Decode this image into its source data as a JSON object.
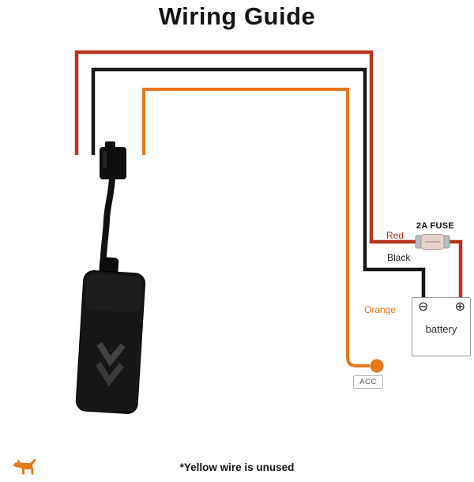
{
  "title": "Wiring Guide",
  "footnote": "*Yellow wire is unused",
  "labels": {
    "fuse": "2A FUSE",
    "red": "Red",
    "black": "Black",
    "orange": "Orange",
    "battery": "battery",
    "acc": "ACC",
    "minus_terminal": "⊖",
    "plus_terminal": "⊕"
  },
  "icons": {
    "device": "gps-tracker-device",
    "connector": "wire-harness-connector",
    "fuse": "inline-fuse",
    "dog": "dog-brand-logo"
  },
  "colors": {
    "red_wire": "#b8341c",
    "black_wire": "#161616",
    "orange_wire": "#e8761a",
    "accent": "#e8761a"
  }
}
